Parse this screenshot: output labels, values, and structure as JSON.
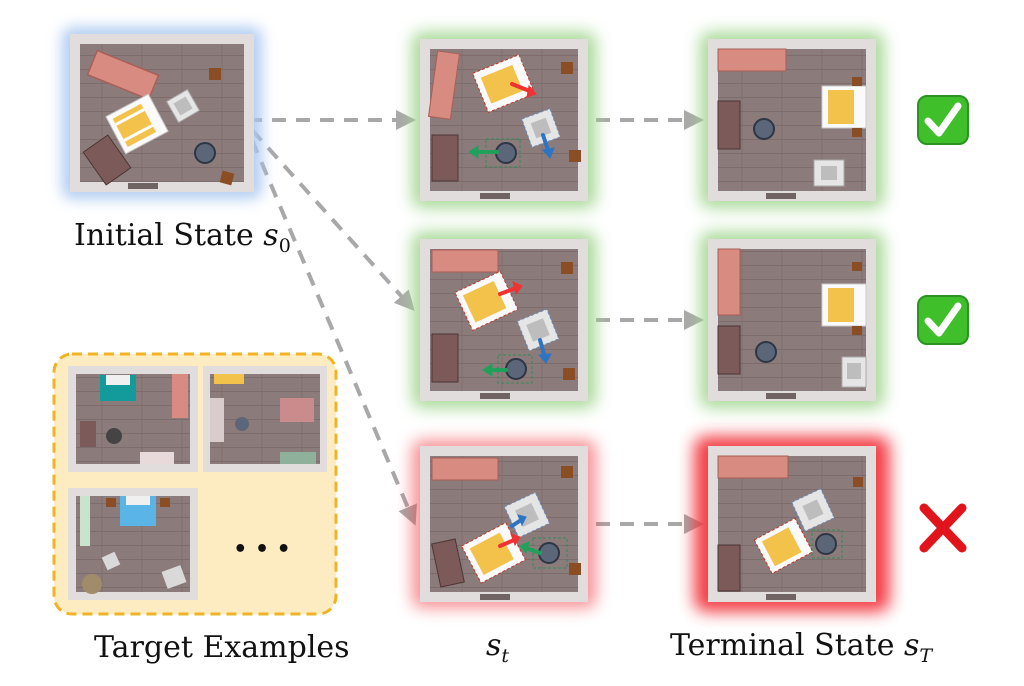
{
  "labels": {
    "initial_text": "Initial State ",
    "initial_var": "s",
    "initial_sub": "0",
    "st_var": "s",
    "st_sub": "t",
    "terminal_text": "Terminal State ",
    "terminal_var": "s",
    "terminal_sub": "T",
    "target_examples": "Target Examples"
  },
  "ellipsis": "• • •",
  "colors": {
    "floor": "#8c7b7b",
    "wall": "#e2dddd",
    "initial_glow": "#a9c8f0",
    "success_glow": "#9fd68c",
    "fail_glow": "#f2353c",
    "target_panel": "#fdecc2",
    "target_border": "#f0b324",
    "arrow": "#a8a8a8",
    "check_bg": "#3fbf2a",
    "cross": "#e2141b",
    "move_red": "#ee3332",
    "move_blue": "#2d74c4",
    "move_green": "#21a05c"
  },
  "outcomes": [
    {
      "row": "top",
      "result": "success",
      "icon": "check-icon"
    },
    {
      "row": "middle",
      "result": "success",
      "icon": "check-icon"
    },
    {
      "row": "bottom",
      "result": "failure",
      "icon": "cross-icon"
    }
  ]
}
